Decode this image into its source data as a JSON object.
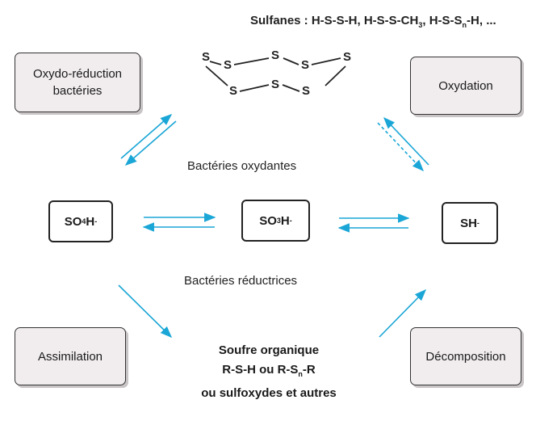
{
  "header": {
    "sulfanes_prefix": "Sulfanes : H-S-S-H, H-S-S-CH",
    "sulfanes_sub3": "3",
    "sulfanes_mid": ", H-S-S",
    "sulfanes_subn": "n",
    "sulfanes_suffix": "-H, ..."
  },
  "ring": {
    "atom": "S"
  },
  "boxes": {
    "redox_line1": "Oxydo-réduction",
    "redox_line2": "bactéries",
    "oxydation": "Oxydation",
    "assimilation": "Assimilation",
    "decomposition": "Décomposition"
  },
  "species": {
    "so4_base": "SO",
    "so4_sub": "4",
    "so4_h": "H",
    "so4_charge": "-",
    "so3_base": "SO",
    "so3_sub": "3",
    "so3_h": "H",
    "so3_charge": "-",
    "sh_base": "SH",
    "sh_charge": "-"
  },
  "labels": {
    "oxidizing": "Bactéries oxydantes",
    "reducing": "Bactéries réductrices"
  },
  "organic": {
    "line1": "Soufre organique",
    "line2_a": "R-S-H ou R-S",
    "line2_sub": "n",
    "line2_b": "-R",
    "line3": "ou sulfoxydes et autres"
  },
  "colors": {
    "arrow": "#1aa6d6",
    "box_fill": "#f1edee"
  }
}
